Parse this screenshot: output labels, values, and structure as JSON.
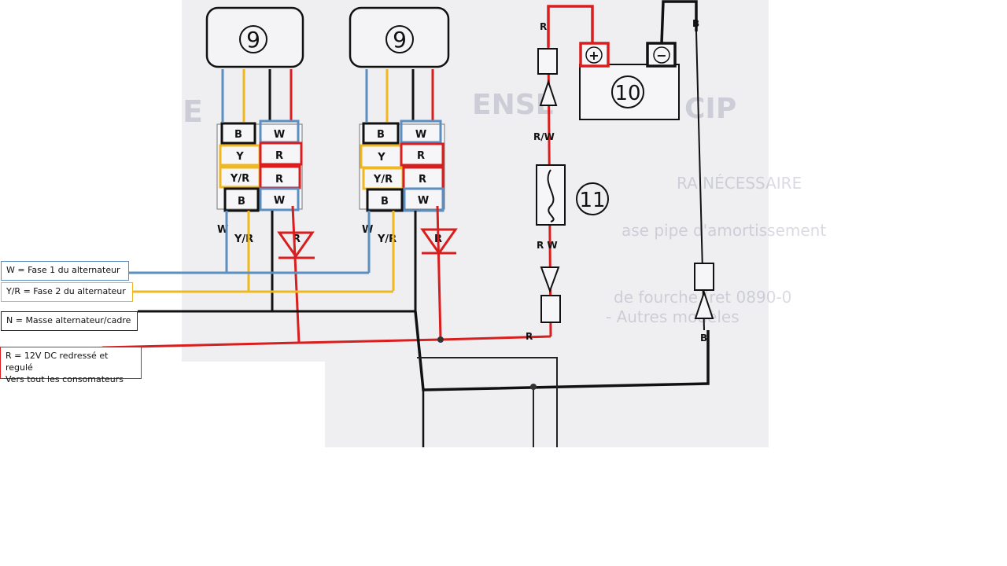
{
  "components": {
    "left_connector_number": "9",
    "middle_connector_number": "9",
    "battery_number": "10",
    "fuse_number": "11",
    "battery_plus": "+",
    "battery_minus": "−"
  },
  "pins": {
    "left": [
      {
        "label": "B",
        "color": "#111111"
      },
      {
        "label": "W",
        "color": "#5b8fc2"
      },
      {
        "label": "Y",
        "color": "#f0b820"
      },
      {
        "label": "R",
        "color": "#d81e1e"
      },
      {
        "label": "Y/R",
        "color": "#f0b820"
      },
      {
        "label": "R",
        "color": "#d81e1e"
      },
      {
        "label": "B",
        "color": "#111111"
      },
      {
        "label": "W",
        "color": "#5b8fc2"
      }
    ],
    "middle": [
      {
        "label": "B",
        "color": "#111111"
      },
      {
        "label": "W",
        "color": "#5b8fc2"
      },
      {
        "label": "Y",
        "color": "#f0b820"
      },
      {
        "label": "R",
        "color": "#d81e1e"
      },
      {
        "label": "Y/R",
        "color": "#f0b820"
      },
      {
        "label": "R",
        "color": "#d81e1e"
      },
      {
        "label": "B",
        "color": "#111111"
      },
      {
        "label": "W",
        "color": "#5b8fc2"
      }
    ]
  },
  "wire_labels": {
    "left_w": "W",
    "left_yr": "Y/R",
    "left_r": "R",
    "mid_w": "W",
    "mid_yr": "Y/R",
    "mid_r": "R",
    "right_top_r": "R",
    "right_rw1": "R/W",
    "right_rw2": "R W",
    "right_bottom_r": "R",
    "right_b_top": "B",
    "right_b_bottom": "B"
  },
  "legend": {
    "w": "W = Fase 1 du alternateur",
    "yr": "Y/R = Fase 2 du alternateur",
    "n": "N = Masse alternateur/cadre",
    "r_line1": "R = 12V DC redressé et regulé",
    "r_line2": "Vers tout  les consomateurs"
  },
  "colors": {
    "white_wire": "#5b8fc2",
    "yellow_wire": "#f0b820",
    "black_wire": "#111111",
    "red_wire": "#d81e1e"
  }
}
